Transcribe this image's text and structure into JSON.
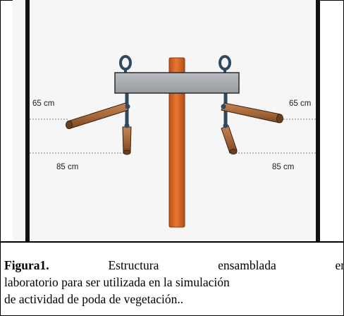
{
  "figure": {
    "labels": {
      "left_upper": "65 cm",
      "left_lower": "85 cm",
      "right_upper": "65 cm",
      "right_lower": "85 cm"
    },
    "colors": {
      "pole": "#D9651F",
      "pole_outline": "#8A3B10",
      "crossbar": "#A6AAAE",
      "crossbar_outline": "#2B2B2B",
      "ring": "#2E4A63",
      "branch": "#A7683A",
      "branch_outline": "#3A2310",
      "background": "#F6F6F6"
    }
  },
  "caption": {
    "label": "Figura1.",
    "line1_words": [
      "Estructura",
      "ensamblada",
      "en"
    ],
    "line2": "laboratorio para ser utilizada en la simulación",
    "line3": "de actividad de poda de vegetación.."
  }
}
